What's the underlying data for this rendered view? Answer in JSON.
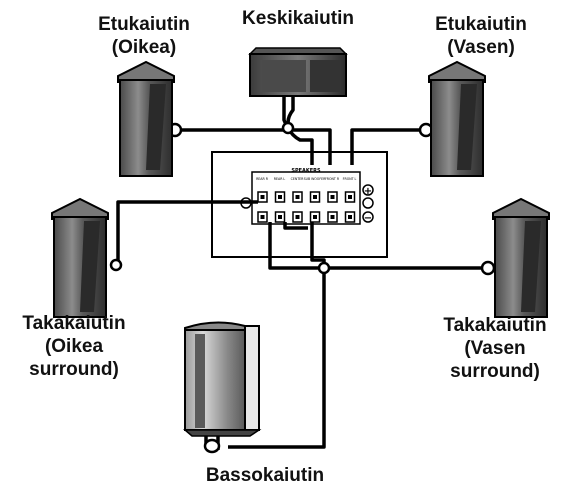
{
  "labels": {
    "front_right": [
      "Etukaiutin",
      "(Oikea)"
    ],
    "center": [
      "Keskikaiutin"
    ],
    "front_left": [
      "Etukaiutin",
      "(Vasen)"
    ],
    "rear_right": [
      "Takakaiutin",
      "(Oikea",
      "surround)"
    ],
    "rear_left": [
      "Takakaiutin",
      "(Vasen",
      "surround)"
    ],
    "subwoofer": [
      "Bassokaiutin"
    ]
  },
  "panel": {
    "header": "SPEAKERS",
    "columns": [
      "REAR R",
      "REAR L",
      "CENTER",
      "SUB WOOFER",
      "FRONT R",
      "FRONT L"
    ],
    "plus": "⊕",
    "minus": "⊖"
  },
  "colors": {
    "line": "#000000",
    "speaker_dark": "#3a3a3a",
    "speaker_mid": "#6e6e6e",
    "speaker_light": "#b4b4b4"
  }
}
